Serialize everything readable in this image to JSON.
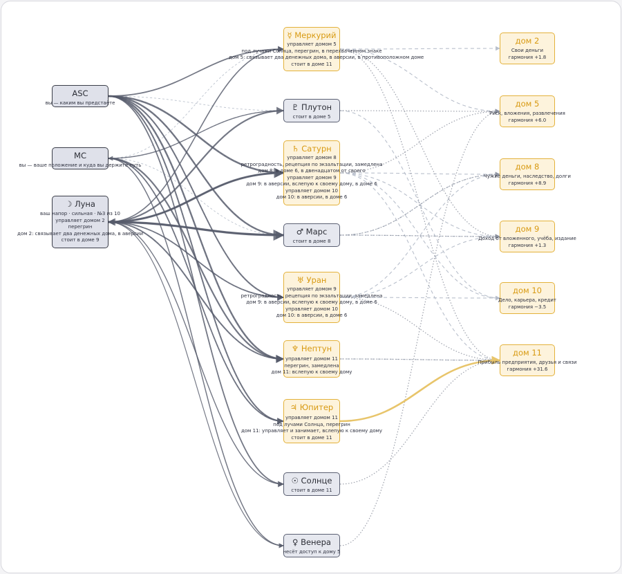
{
  "colors": {
    "edge_dark": "#565b6b",
    "edge_dashed": "#b5bcc9",
    "edge_dotted": "#8a8f9c",
    "edge_gold": "#e8c56b",
    "node_border_gold": "#e3b13a",
    "node_text_gold": "#d89a12"
  },
  "left_nodes": [
    {
      "title": "ASC",
      "lines": [
        "вы — каким вы предстаёте"
      ]
    },
    {
      "title": "MC",
      "lines": [
        "вы — ваше положение и куда вы держите путь"
      ]
    },
    {
      "title": "☽ Луна",
      "lines": [
        "ваш напор · сильная · №3 из 10",
        "управляет домом 2",
        "перегрин",
        "дом 2: связывает два денежных дома, в аверсии",
        "стоит в доме 9"
      ]
    }
  ],
  "planets": [
    {
      "title": "☿ Меркурий",
      "lines": [
        "управляет домом 5",
        "под лучами Солнца, перегрин, в перехваченном знаке",
        "дом 5: связывает два денежных дома, в аверсии, в противоположном доме",
        "стоит в доме 11"
      ]
    },
    {
      "title": "♇ Плутон",
      "lines": [
        "стоит в доме 5"
      ]
    },
    {
      "title": "♄ Сатурн",
      "lines": [
        "управляет домом 8",
        "ретроградность, рецепция по экзальтации, замедлена",
        "дом 8: в доме 6, в двенадцатом от своего",
        "управляет домом 9",
        "дом 9: в аверсии, вслепую к своему дому, в доме 6",
        "управляет домом 10",
        "дом 10: в аверсии, в доме 6"
      ]
    },
    {
      "title": "♂ Марс",
      "lines": [
        "стоит в доме 8"
      ]
    },
    {
      "title": "♅ Уран",
      "lines": [
        "управляет домом 9",
        "ретроградность, рецепция по экзальтации, замедлена",
        "дом 9: в аверсии, вслепую к своему дому, в доме 6",
        "управляет домом 10",
        "дом 10: в аверсии, в доме 6"
      ]
    },
    {
      "title": "♆ Нептун",
      "lines": [
        "управляет домом 11",
        "перегрин, замедлена",
        "дом 11: вслепую к своему дому"
      ]
    },
    {
      "title": "♃ Юпитер",
      "lines": [
        "управляет домом 11",
        "под лучами Солнца, перегрин",
        "дом 11: управляет и занимает, вслепую к своему дому",
        "стоит в доме 11"
      ]
    },
    {
      "title": "☉ Солнце",
      "lines": [
        "стоит в доме 11"
      ]
    },
    {
      "title": "♀ Венера",
      "lines": [
        "несёт доступ к дому 5"
      ]
    }
  ],
  "houses": [
    {
      "title": "дом 2",
      "lines": [
        "Свои деньги",
        "гармония +1.8"
      ]
    },
    {
      "title": "дом 5",
      "lines": [
        "Риск, вложения, развлечения",
        "гармония +6.0"
      ]
    },
    {
      "title": "дом 8",
      "lines": [
        "Чужие деньги, наследство, долги",
        "гармония +8.9"
      ]
    },
    {
      "title": "дом 9",
      "lines": [
        "Доход от вложенного, учёба, издание",
        "гармония +1.3"
      ]
    },
    {
      "title": "дом 10",
      "lines": [
        "Дело, карьера, кредит",
        "гармония −3.5"
      ]
    },
    {
      "title": "дом 11",
      "lines": [
        "Прибыль предприятия, друзья и связи",
        "гармония +31.6"
      ]
    }
  ]
}
